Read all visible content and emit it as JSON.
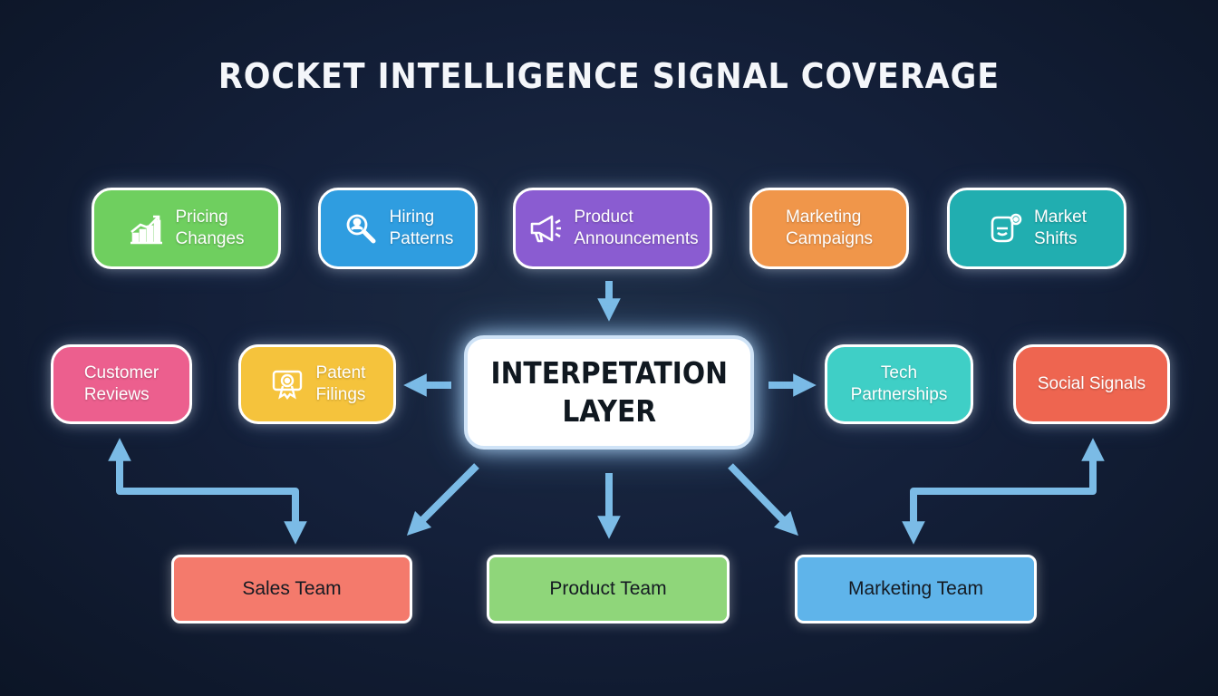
{
  "title": "ROCKET INTELLIGENCE SIGNAL COVERAGE",
  "center": {
    "line1": "INTERPETATION",
    "line2": "LAYER"
  },
  "signals": {
    "pricing": {
      "line1": "Pricing",
      "line2": "Changes",
      "icon": "trend-chart-icon",
      "color": "#6fcf5f"
    },
    "hiring": {
      "line1": "Hiring",
      "line2": "Patterns",
      "icon": "magnifier-person-icon",
      "color": "#2f9de0"
    },
    "product": {
      "line1": "Product",
      "line2": "Announcements",
      "icon": "megaphone-icon",
      "color": "#8a5cd1"
    },
    "marketing": {
      "line1": "Marketing",
      "line2": "Campaigns",
      "icon": "",
      "color": "#f0964a"
    },
    "market": {
      "line1": "Market",
      "line2": "Shifts",
      "icon": "face-coin-icon",
      "color": "#21aeb0"
    },
    "reviews": {
      "line1": "Customer",
      "line2": "Reviews",
      "icon": "",
      "color": "#ec5f8e"
    },
    "patent": {
      "line1": "Patent",
      "line2": "Filings",
      "icon": "patent-seal-icon",
      "color": "#f5c33c"
    },
    "tech": {
      "line1": "Tech",
      "line2": "Partnerships",
      "icon": "",
      "color": "#3fcfc6"
    },
    "social": {
      "line1": "Social Signals",
      "icon": "",
      "color": "#ee6550"
    }
  },
  "teams": {
    "sales": {
      "label": "Sales Team",
      "color": "#f47a6c"
    },
    "product": {
      "label": "Product Team",
      "color": "#8fd67a"
    },
    "marketing": {
      "label": "Marketing Team",
      "color": "#5fb4ea"
    }
  },
  "connector_color": "#6fb0de"
}
